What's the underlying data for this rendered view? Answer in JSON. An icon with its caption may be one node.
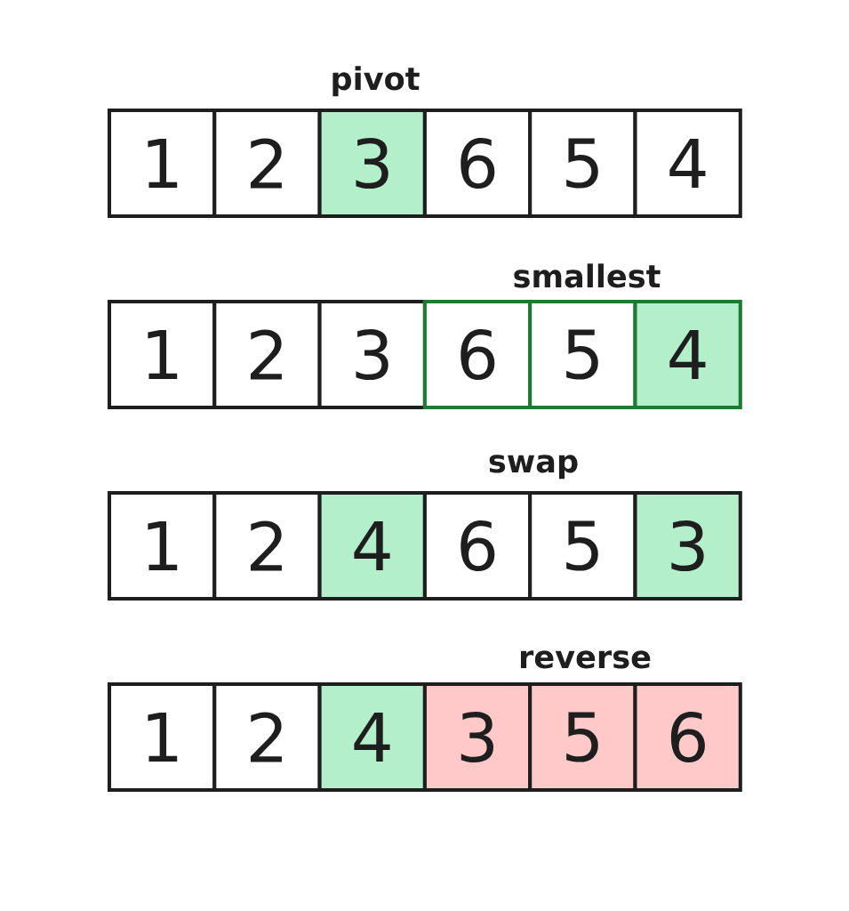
{
  "diagram": {
    "nodes": [
      {
        "text": [
          "1"
        ]
      },
      {
        "text": [
          "2"
        ]
      },
      {
        "text": [
          "3"
        ]
      },
      {
        "text": [
          "6"
        ]
      },
      {
        "text": [
          "5"
        ]
      },
      {
        "text": [
          "4"
        ]
      },
      {
        "text": [
          "1"
        ]
      },
      {
        "text": [
          "2"
        ]
      },
      {
        "text": [
          "3"
        ]
      },
      {
        "text": [
          "6"
        ]
      },
      {
        "text": [
          "5"
        ]
      },
      {
        "text": [
          "4"
        ]
      },
      {
        "text": [
          "1"
        ]
      },
      {
        "text": [
          "2"
        ]
      },
      {
        "text": [
          "4"
        ]
      },
      {
        "text": [
          "6"
        ]
      },
      {
        "text": [
          "5"
        ]
      },
      {
        "text": [
          "3"
        ]
      },
      {
        "text": [
          "1"
        ]
      },
      {
        "text": [
          "2"
        ]
      },
      {
        "text": [
          "4"
        ]
      },
      {
        "text": [
          "3"
        ]
      },
      {
        "text": [
          "5"
        ]
      },
      {
        "text": [
          "6"
        ]
      }
    ],
    "labels": [
      "pivot",
      "smallest",
      "swap",
      "reverse"
    ]
  }
}
